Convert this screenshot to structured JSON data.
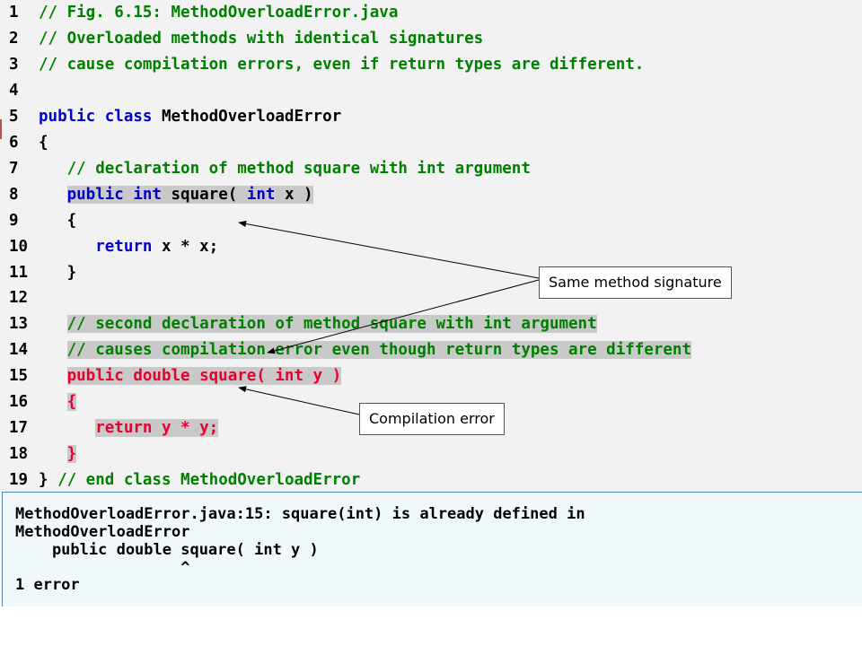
{
  "code_lines": [
    {
      "num": "1",
      "tokens": [
        {
          "t": "// Fig. 6.15: MethodOverloadError.java",
          "k": "comment"
        }
      ]
    },
    {
      "num": "2",
      "tokens": [
        {
          "t": "// Overloaded methods with identical signatures",
          "k": "comment"
        }
      ]
    },
    {
      "num": "3",
      "tokens": [
        {
          "t": "// cause compilation errors, even if return types are different.",
          "k": "comment"
        }
      ]
    },
    {
      "num": "4",
      "tokens": []
    },
    {
      "num": "5",
      "tokens": [
        {
          "t": "public class ",
          "k": "keyword"
        },
        {
          "t": "MethodOverloadError",
          "k": "plain"
        }
      ]
    },
    {
      "num": "6",
      "tokens": [
        {
          "t": "{",
          "k": "plain"
        }
      ]
    },
    {
      "num": "7",
      "tokens": [
        {
          "t": "   // declaration of method square with int argument",
          "k": "comment"
        }
      ]
    },
    {
      "num": "8",
      "tokens": [
        {
          "t": "   ",
          "k": "plain"
        },
        {
          "t": "public int ",
          "k": "keyword",
          "hl": true
        },
        {
          "t": "square( ",
          "k": "plain",
          "hl": true
        },
        {
          "t": "int ",
          "k": "keyword",
          "hl": true
        },
        {
          "t": "x )",
          "k": "plain",
          "hl": true
        }
      ]
    },
    {
      "num": "9",
      "tokens": [
        {
          "t": "   {",
          "k": "plain"
        }
      ]
    },
    {
      "num": "10",
      "tokens": [
        {
          "t": "      ",
          "k": "plain"
        },
        {
          "t": "return ",
          "k": "keyword"
        },
        {
          "t": "x * x;",
          "k": "plain"
        }
      ]
    },
    {
      "num": "11",
      "tokens": [
        {
          "t": "   }",
          "k": "plain"
        }
      ]
    },
    {
      "num": "12",
      "tokens": []
    },
    {
      "num": "13",
      "tokens": [
        {
          "t": "   ",
          "k": "plain"
        },
        {
          "t": "// second declaration of method square with int argument",
          "k": "comment",
          "hl": true
        }
      ]
    },
    {
      "num": "14",
      "tokens": [
        {
          "t": "   ",
          "k": "plain"
        },
        {
          "t": "// causes compilation error even though return types are different",
          "k": "comment",
          "hl": true
        }
      ]
    },
    {
      "num": "15",
      "tokens": [
        {
          "t": "   ",
          "k": "plain"
        },
        {
          "t": "public double square( int y )",
          "k": "error",
          "hl": true
        }
      ]
    },
    {
      "num": "16",
      "tokens": [
        {
          "t": "   ",
          "k": "plain"
        },
        {
          "t": "{",
          "k": "error",
          "hl": true
        }
      ]
    },
    {
      "num": "17",
      "tokens": [
        {
          "t": "      ",
          "k": "plain"
        },
        {
          "t": "return y * y;",
          "k": "error",
          "hl": true
        }
      ]
    },
    {
      "num": "18",
      "tokens": [
        {
          "t": "   ",
          "k": "plain"
        },
        {
          "t": "}",
          "k": "error",
          "hl": true
        }
      ]
    },
    {
      "num": "19",
      "tokens": [
        {
          "t": "} ",
          "k": "plain"
        },
        {
          "t": "// end class MethodOverloadError",
          "k": "comment"
        }
      ]
    }
  ],
  "output_lines": [
    "MethodOverloadError.java:15: square(int) is already defined in",
    "MethodOverloadError",
    "    public double square( int y )",
    "                  ^",
    "1 error"
  ],
  "callouts": {
    "same_signature": "Same method signature",
    "compilation_error": "Compilation error"
  },
  "colors": {
    "comment": "#008000",
    "keyword": "#0000cc",
    "plain": "#000000",
    "error": "#e8002d",
    "highlight": "#c9c9c9",
    "code_background": "#f2f2f2",
    "output_background": "#f0f8fb",
    "output_border": "#4f81bd"
  }
}
